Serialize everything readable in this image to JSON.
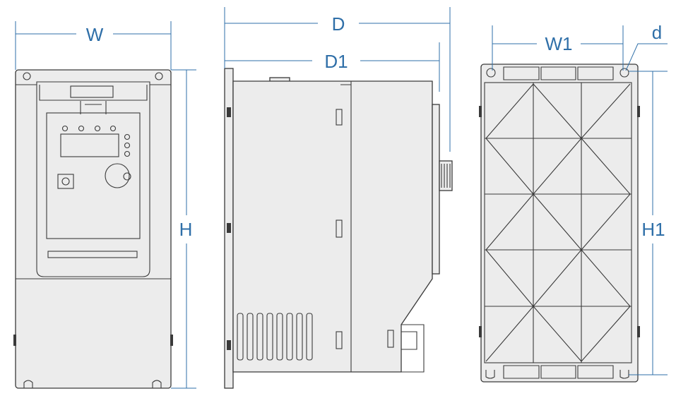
{
  "title": "Inverter outline dimensions",
  "colors": {
    "dimension": "#2f6fa8",
    "outline": "#3a3a3a",
    "fill": "#ececec"
  },
  "front_view": {
    "width_label": "W",
    "height_label": "H"
  },
  "side_view": {
    "depth_label": "D",
    "depth1_label": "D1"
  },
  "back_view": {
    "mount_width_label": "W1",
    "mount_height_label": "H1",
    "hole_label": "d"
  }
}
